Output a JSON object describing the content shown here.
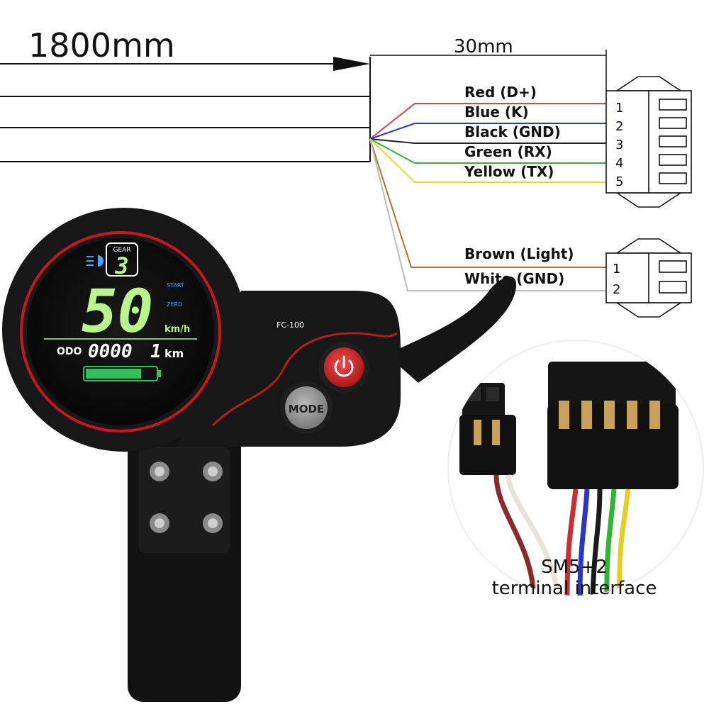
{
  "dimensions": {
    "cable_length": "1800mm",
    "lead_length": "30mm"
  },
  "connector_5pin": {
    "wires": [
      {
        "label": "Red  (D+)",
        "pin": "1",
        "color": "#e04040"
      },
      {
        "label": "Blue  (K)",
        "pin": "2",
        "color": "#2b35c8"
      },
      {
        "label": "Black  (GND)",
        "pin": "3",
        "color": "#222222"
      },
      {
        "label": "Green  (RX)",
        "pin": "4",
        "color": "#2fb52f"
      },
      {
        "label": "Yellow  (TX)",
        "pin": "5",
        "color": "#e6db33"
      }
    ]
  },
  "connector_2pin": {
    "wires": [
      {
        "label": "Brown  (Light)",
        "pin": "1",
        "color": "#a9772f"
      },
      {
        "label": "White  (GND)",
        "pin": "2",
        "color": "#cccccc"
      }
    ]
  },
  "display": {
    "model": "FC-100",
    "gear_label": "GEAR",
    "gear_value": "3",
    "speed": "50",
    "speed_unit": "km/h",
    "start_label": "START",
    "zero_label": "ZERO",
    "odo_label": "ODO",
    "odo_value": "0000",
    "odo_tail": "1",
    "odo_unit": "km",
    "battery_level": 0.8,
    "mode_button": "MODE",
    "accent_green": "#b8f58a",
    "ring_red": "#c8161d"
  },
  "inset_caption": {
    "line1": "SM5+2",
    "line2": "terminal interface"
  }
}
